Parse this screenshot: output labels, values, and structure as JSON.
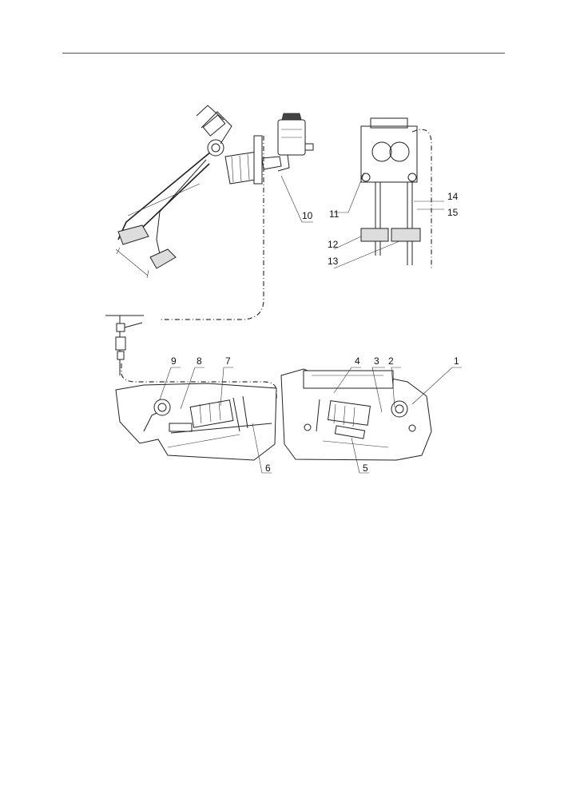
{
  "callouts": [
    {
      "id": "c1",
      "label": "1"
    },
    {
      "id": "c2",
      "label": "2"
    },
    {
      "id": "c3",
      "label": "3"
    },
    {
      "id": "c4",
      "label": "4"
    },
    {
      "id": "c5",
      "label": "5"
    },
    {
      "id": "c6",
      "label": "6"
    },
    {
      "id": "c7",
      "label": "7"
    },
    {
      "id": "c8",
      "label": "8"
    },
    {
      "id": "c9",
      "label": "9"
    },
    {
      "id": "c10",
      "label": "10"
    },
    {
      "id": "c11",
      "label": "11"
    },
    {
      "id": "c12",
      "label": "12"
    },
    {
      "id": "c13",
      "label": "13"
    },
    {
      "id": "c14",
      "label": "14"
    },
    {
      "id": "c15",
      "label": "15"
    }
  ]
}
